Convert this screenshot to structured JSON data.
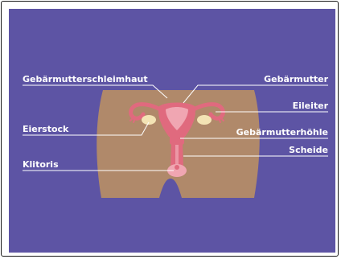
{
  "labels": {
    "endometrium": "Gebärmutterschleimhaut",
    "uterus": "Gebärmutter",
    "fallopian_tube": "Eileiter",
    "ovary": "Eierstock",
    "uterine_cavity": "Gebärmutterhöhle",
    "vagina": "Scheide",
    "clitoris": "Klitoris"
  },
  "colors": {
    "background": "#5d54a4",
    "skin": "#b0896a",
    "uterus_wall": "#e06a7e",
    "uterus_inner": "#f0a6b2",
    "ovary": "#f3e3b4",
    "label_text": "#ffffff"
  }
}
